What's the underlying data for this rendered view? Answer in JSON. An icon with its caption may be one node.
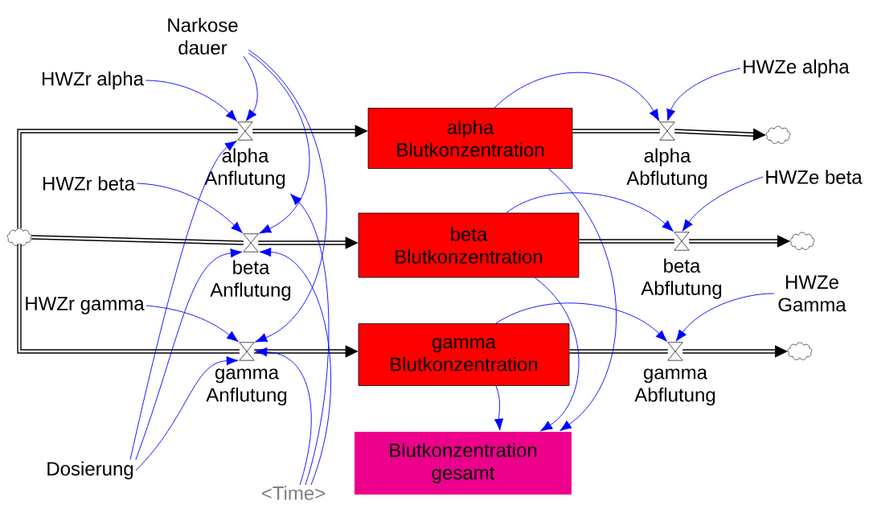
{
  "diagram": {
    "nodes": [
      {
        "text": [
          "Narkose dauer"
        ]
      },
      {
        "text": [
          "HWZr alpha"
        ]
      },
      {
        "text": [
          "HWZe alpha"
        ]
      },
      {
        "text": [
          "alpha Blutkonzentration"
        ]
      },
      {
        "text": [
          "alpha Anflutung"
        ]
      },
      {
        "text": [
          "alpha Abflutung"
        ]
      },
      {
        "text": [
          "HWZr beta"
        ]
      },
      {
        "text": [
          "HWZe beta"
        ]
      },
      {
        "text": [
          "beta Blutkonzentration"
        ]
      },
      {
        "text": [
          "beta Anflutung"
        ]
      },
      {
        "text": [
          "beta Abflutung"
        ]
      },
      {
        "text": [
          "HWZr gamma"
        ]
      },
      {
        "text": [
          "HWZe Gamma"
        ]
      },
      {
        "text": [
          "gamma Blutkonzentration"
        ]
      },
      {
        "text": [
          "gamma Anflutung"
        ]
      },
      {
        "text": [
          "gamma Abflutung"
        ]
      },
      {
        "text": [
          "Dosierung"
        ]
      },
      {
        "text": [
          "Blutkonzentration gesamt"
        ]
      },
      {
        "text": [
          "<Time>"
        ]
      },
      {
        "text": [],
        "shape": "cloud"
      },
      {
        "text": [],
        "shape": "cloud"
      },
      {
        "text": [],
        "shape": "cloud"
      },
      {
        "text": [],
        "shape": "cloud"
      }
    ],
    "edges": [
      {
        "from": 19,
        "to": 4,
        "arrow": "none",
        "style": "thick",
        "color": "#000000"
      },
      {
        "from": 4,
        "to": 3,
        "arrow": "to",
        "style": "thick",
        "color": "#000000"
      },
      {
        "from": 19,
        "to": 9,
        "arrow": "none",
        "style": "thick",
        "color": "#000000"
      },
      {
        "from": 9,
        "to": 8,
        "arrow": "to",
        "style": "thick",
        "color": "#000000"
      },
      {
        "from": 19,
        "to": 14,
        "arrow": "none",
        "style": "thick",
        "color": "#000000"
      },
      {
        "from": 14,
        "to": 13,
        "arrow": "to",
        "style": "thick",
        "color": "#000000"
      },
      {
        "from": 3,
        "to": 5,
        "arrow": "none",
        "style": "thick",
        "color": "#000000"
      },
      {
        "from": 5,
        "to": 20,
        "arrow": "to",
        "style": "thick",
        "color": "#000000"
      },
      {
        "from": 8,
        "to": 10,
        "arrow": "none",
        "style": "thick",
        "color": "#000000"
      },
      {
        "from": 10,
        "to": 21,
        "arrow": "to",
        "style": "thick",
        "color": "#000000"
      },
      {
        "from": 13,
        "to": 15,
        "arrow": "none",
        "style": "thick",
        "color": "#000000"
      },
      {
        "from": 15,
        "to": 22,
        "arrow": "to",
        "style": "thick",
        "color": "#000000"
      },
      {
        "from": 0,
        "to": 4,
        "arrow": "to"
      },
      {
        "from": 0,
        "to": 9,
        "arrow": "to"
      },
      {
        "from": 0,
        "to": 14,
        "arrow": "to"
      },
      {
        "from": 1,
        "to": 4,
        "arrow": "to"
      },
      {
        "from": 6,
        "to": 9,
        "arrow": "to"
      },
      {
        "from": 11,
        "to": 14,
        "arrow": "to"
      },
      {
        "from": 16,
        "to": 4,
        "arrow": "to"
      },
      {
        "from": 16,
        "to": 9,
        "arrow": "to"
      },
      {
        "from": 16,
        "to": 14,
        "arrow": "to"
      },
      {
        "from": 18,
        "to": 4,
        "arrow": "to"
      },
      {
        "from": 18,
        "to": 9,
        "arrow": "to"
      },
      {
        "from": 18,
        "to": 14,
        "arrow": "to"
      },
      {
        "from": 2,
        "to": 5,
        "arrow": "to"
      },
      {
        "from": 3,
        "to": 5,
        "arrow": "to"
      },
      {
        "from": 7,
        "to": 10,
        "arrow": "to"
      },
      {
        "from": 8,
        "to": 10,
        "arrow": "to"
      },
      {
        "from": 12,
        "to": 15,
        "arrow": "to"
      },
      {
        "from": 13,
        "to": 15,
        "arrow": "to"
      },
      {
        "from": 3,
        "to": 17,
        "arrow": "to"
      },
      {
        "from": 8,
        "to": 17,
        "arrow": "to"
      },
      {
        "from": 13,
        "to": 17,
        "arrow": "to"
      }
    ]
  }
}
